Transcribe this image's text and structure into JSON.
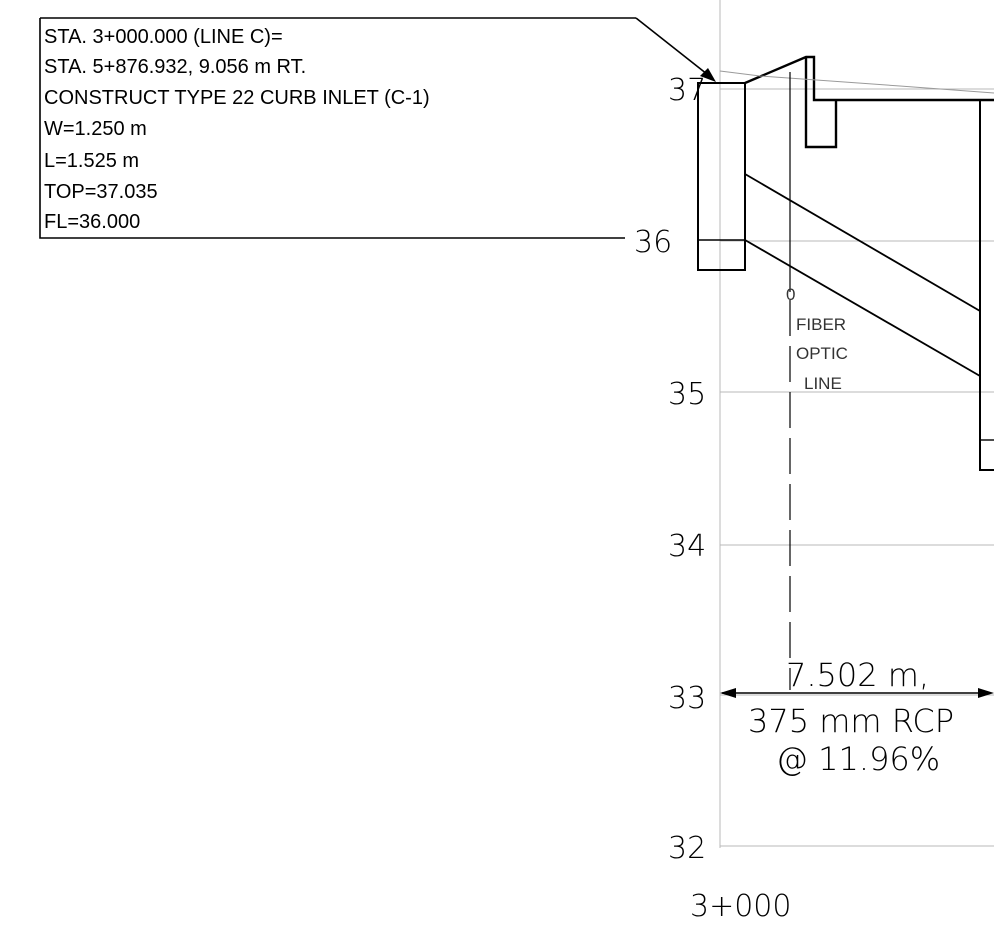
{
  "callout": {
    "lines": [
      "STA. 3+000.000 (LINE C)=",
      "STA. 5+876.932, 9.056 m RT.",
      "CONSTRUCT TYPE 22 CURB INLET (C-1)",
      "W=1.250 m",
      "L=1.525 m",
      "TOP=37.035",
      "FL=36.000"
    ]
  },
  "elevations": [
    "37",
    "36",
    "35",
    "34",
    "33",
    "32"
  ],
  "station": "3+000",
  "utility": {
    "marker": "0",
    "lines": [
      "FIBER",
      "OPTIC",
      "LINE"
    ]
  },
  "pipe_label": {
    "length": "7.502 m,",
    "size": "375 mm RCP",
    "slope": "@ 11.96%"
  }
}
